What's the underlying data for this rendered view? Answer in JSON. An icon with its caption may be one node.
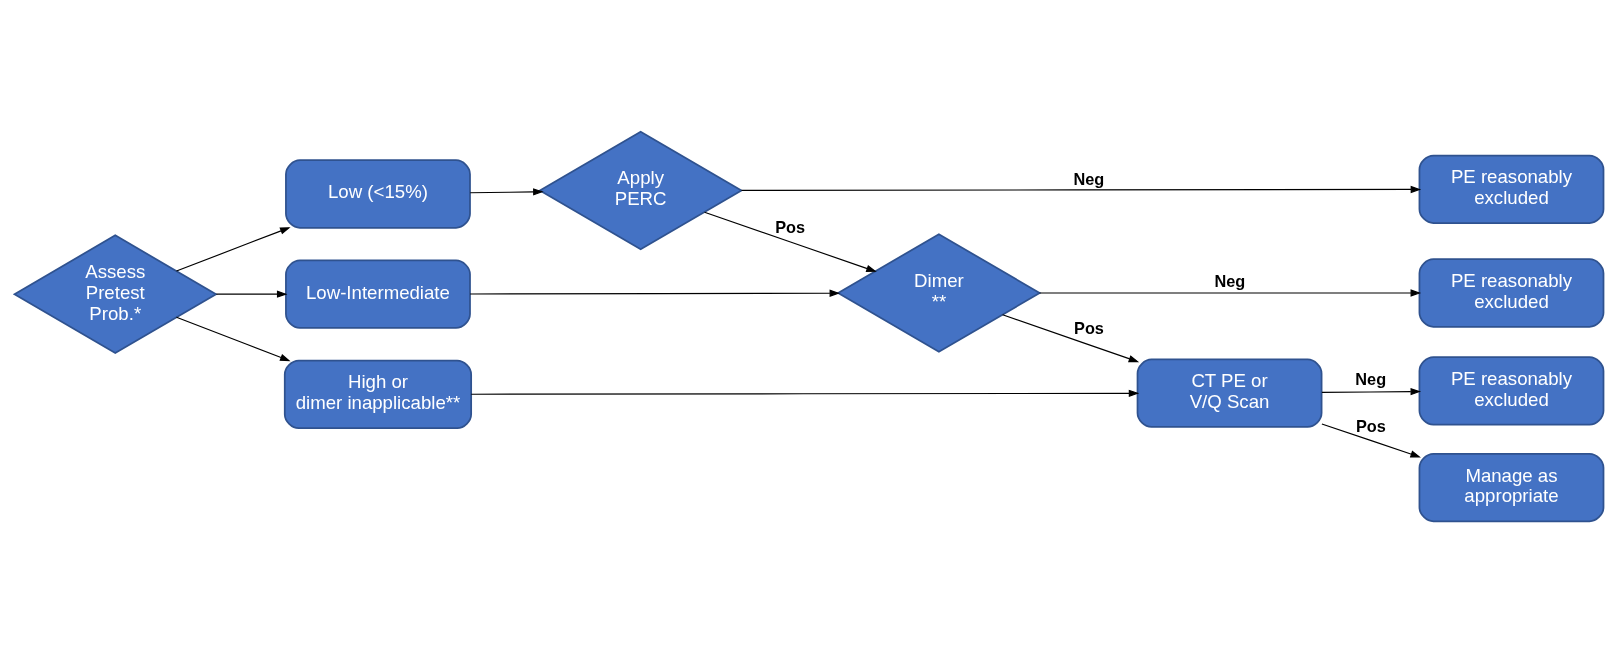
{
  "diagram": {
    "nodes": [
      {
        "text": [
          "Assess Pretest Prob.*"
        ]
      },
      {
        "text": [
          "Low (<15%)"
        ]
      },
      {
        "text": [
          "Low-Intermediate"
        ]
      },
      {
        "text": [
          "High or dimer inapplicable**"
        ]
      },
      {
        "text": [
          "Apply PERC"
        ]
      },
      {
        "text": [
          "Dimer **"
        ]
      },
      {
        "text": [
          "CT PE or V/Q Scan"
        ]
      },
      {
        "text": [
          "PE reasonably excluded"
        ]
      },
      {
        "text": [
          "PE reasonably excluded"
        ]
      },
      {
        "text": [
          "PE reasonably excluded"
        ]
      },
      {
        "text": [
          "Manage as appropriate"
        ]
      }
    ],
    "edges": [
      {
        "from": 0,
        "to": 1,
        "arrow": "to"
      },
      {
        "from": 0,
        "to": 2,
        "arrow": "to"
      },
      {
        "from": 0,
        "to": 3,
        "arrow": "to"
      },
      {
        "from": 1,
        "to": 4,
        "arrow": "to"
      },
      {
        "from": 4,
        "to": 7,
        "arrow": "to",
        "label": "Neg"
      },
      {
        "from": 4,
        "to": 5,
        "arrow": "to",
        "label": "Pos"
      },
      {
        "from": 2,
        "to": 5,
        "arrow": "to"
      },
      {
        "from": 5,
        "to": 8,
        "arrow": "to",
        "label": "Neg"
      },
      {
        "from": 5,
        "to": 6,
        "arrow": "to",
        "label": "Pos"
      },
      {
        "from": 3,
        "to": 6,
        "arrow": "to"
      },
      {
        "from": 6,
        "to": 9,
        "arrow": "to",
        "label": "Neg"
      },
      {
        "from": 6,
        "to": 10,
        "arrow": "to",
        "label": "Pos"
      }
    ]
  }
}
